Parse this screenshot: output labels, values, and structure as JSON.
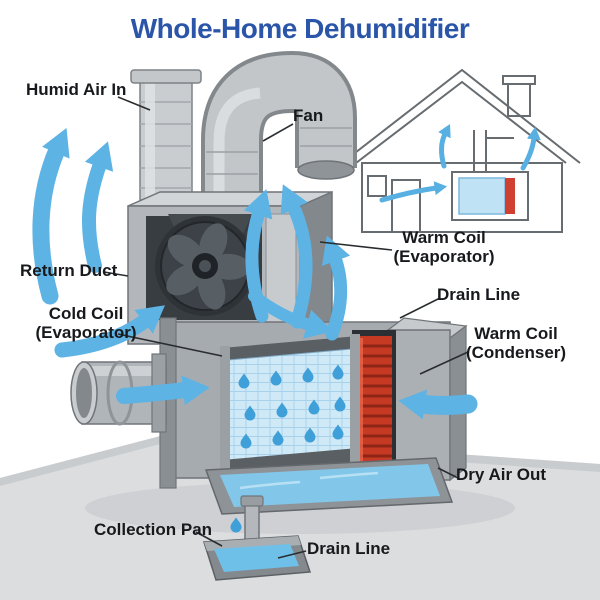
{
  "title": "Whole-Home Dehumidifier",
  "labels": {
    "humid_air_in": "Humid Air In",
    "fan": "Fan",
    "return_duct": "Return Duct",
    "warm_coil_evaporator": "Warm Coil\n(Evaporator)",
    "drain_line_right": "Drain Line",
    "cold_coil_evaporator": "Cold Coil\n(Evaporator)",
    "warm_coil_condenser": "Warm Coil\n(Condenser)",
    "dry_air_out": "Dry Air Out",
    "collection_pan": "Collection Pan",
    "drain_line_bottom": "Drain Line"
  },
  "colors": {
    "title_blue": "#2b55a8",
    "label_text": "#17191c",
    "airflow_blue": "#5db3e4",
    "cold_coil_blue": "#cfe9f7",
    "droplet_blue": "#3f9fd8",
    "condenser_red": "#c63a24",
    "water_blue": "#7fc5ea",
    "metal_gray": "#b3b7bb"
  }
}
